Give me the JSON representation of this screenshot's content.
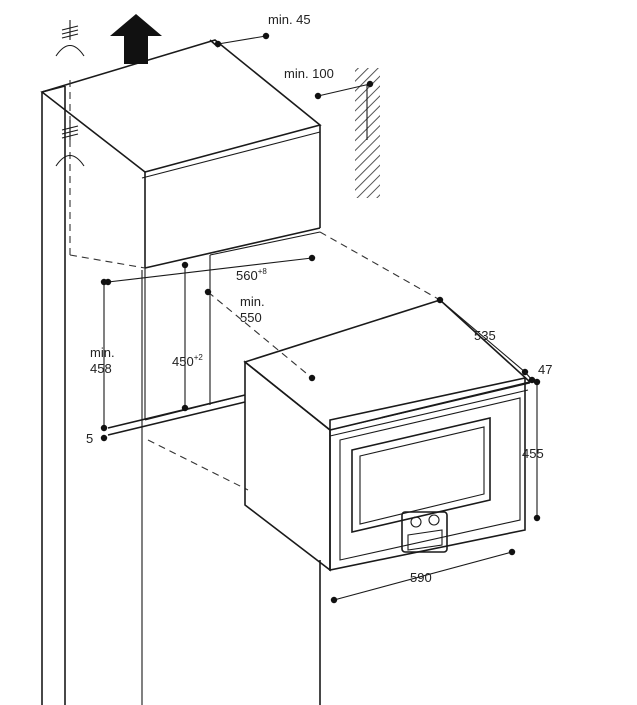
{
  "diagram": {
    "dimensions": {
      "min_45": "min. 45",
      "min_100": "min. 100",
      "niche_width": "560",
      "niche_width_tol": "+8",
      "depth_min_line1": "min.",
      "depth_min_line2": "550",
      "niche_height": "450",
      "niche_height_tol": "+2",
      "side_min_line1": "min.",
      "side_min_line2": "458",
      "base_gap": "5",
      "appliance_depth": "535",
      "front_thickness": "47",
      "appliance_height": "455",
      "appliance_width": "590"
    },
    "colors": {
      "stroke": "#1a1a1a",
      "appliance_side": "#e9e9e9",
      "appliance_front": "#f4f4f4",
      "hatch": "#555555"
    },
    "icons": {
      "ventilation_arrow": "up-arrow-icon",
      "fan_symbol": "fan-icon"
    }
  }
}
